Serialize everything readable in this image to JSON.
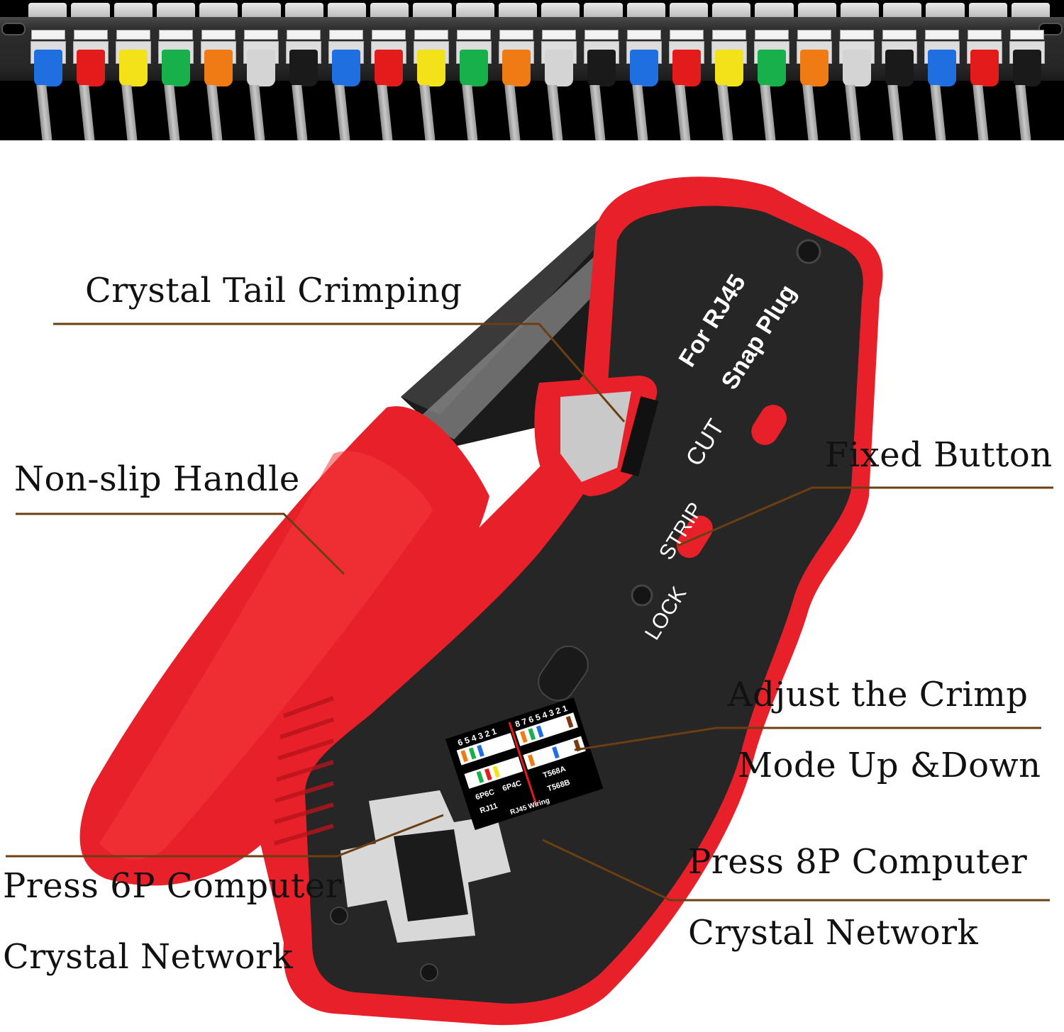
{
  "banner": {
    "description": "Patch panel with colored RJ45 connectors",
    "port_colors": [
      "#1f6fe0",
      "#e31b1b",
      "#f3e21a",
      "#17b04a",
      "#f07b14",
      "#d4d4d4",
      "#1a1a1a",
      "#1f6fe0",
      "#e31b1b",
      "#f3e21a",
      "#17b04a",
      "#f07b14",
      "#d4d4d4",
      "#1a1a1a",
      "#1f6fe0",
      "#e31b1b",
      "#f3e21a",
      "#17b04a",
      "#f07b14",
      "#d4d4d4",
      "#1a1a1a",
      "#1f6fe0",
      "#e31b1b",
      "#1a1a1a"
    ]
  },
  "tool": {
    "printed_text": {
      "line1": "For RJ45",
      "line2": "Snap Plug",
      "cut": "CUT",
      "strip": "STRIP",
      "lock": "LOCK"
    },
    "wiring_chart": {
      "title": "RJ45 Wiring",
      "rows": [
        "T568B",
        "T568A",
        "6P6C",
        "6P4C",
        "RJ11"
      ],
      "pins_8": "8 7 6 5 4 3 2 1",
      "pins_6": "6 5 4 3 2 1"
    },
    "colors": {
      "handle_red": "#e8202a",
      "body_black": "#262626",
      "leader_brown": "#6b3f12"
    }
  },
  "callouts": {
    "crystal_tail_crimping": "Crystal Tail Crimping",
    "non_slip_handle": "Non-slip Handle",
    "fixed_button": "Fixed Button",
    "adjust_line1": "Adjust the Crimp",
    "adjust_line2": "Mode Up &Down",
    "press6p_line1": "Press 6P Computer",
    "press6p_line2": "Crystal Network",
    "press8p_line1": "Press 8P Computer",
    "press8p_line2": "Crystal Network"
  }
}
